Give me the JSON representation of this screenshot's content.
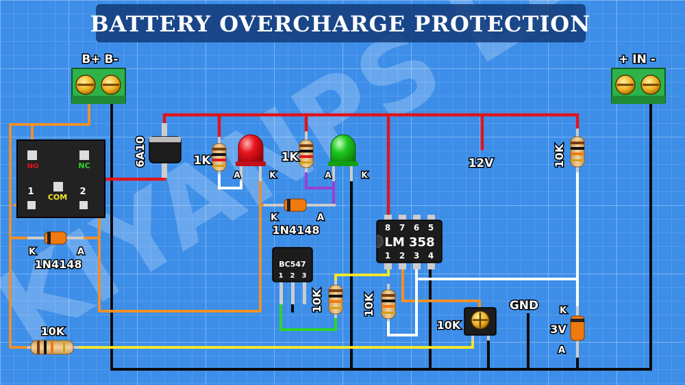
{
  "title": "BATTERY OVERCHARGE PROTECTION",
  "watermark": "KIYANPS LAB",
  "terminals": {
    "battery_label": "B+ B-",
    "input_label": "+ IN -"
  },
  "relay": {
    "no_label": "NO",
    "nc_label": "NC",
    "com_label": "COM",
    "pin1_label": "1",
    "pin2_label": "2"
  },
  "diode_6a10": "6A10",
  "resistor_1k_a": "1K",
  "resistor_1k_b": "1K",
  "resistor_10k_top": "10K",
  "resistor_10k_mid": "10K",
  "resistor_10k_low": "10K",
  "resistor_10k_bottom": "10K",
  "preset_label": "10K",
  "red_led": {
    "anode": "A",
    "cathode": "K"
  },
  "green_led": {
    "anode": "A",
    "cathode": "K"
  },
  "diode_mid": {
    "cathode": "K",
    "anode": "A",
    "part": "1N4148"
  },
  "diode_left": {
    "cathode": "K",
    "anode": "A",
    "part": "1N4148"
  },
  "supply_label": "12V",
  "ic": {
    "name": "LM 358",
    "top_pins": [
      "8",
      "7",
      "6",
      "5"
    ],
    "bottom_pins": [
      "1",
      "2",
      "3",
      "4"
    ]
  },
  "transistor": {
    "name": "BC547",
    "pins": [
      "1",
      "2",
      "3"
    ]
  },
  "gnd_label": "GND",
  "zener": {
    "cathode": "K",
    "voltage": "3V",
    "anode": "A"
  },
  "colors": {
    "background": "#3d8ee8",
    "grid": "#6aaaf0",
    "wire_red": "#e0141c",
    "wire_black": "#0a0a0a",
    "wire_orange": "#f0902a",
    "wire_yellow": "#f5e62a",
    "wire_white": "#ffffff",
    "wire_purple": "#9a3fd0",
    "wire_green": "#2fd42a",
    "terminal_green": "#2db34a",
    "led_red": "#e8141c",
    "led_green": "#1ec81e"
  }
}
